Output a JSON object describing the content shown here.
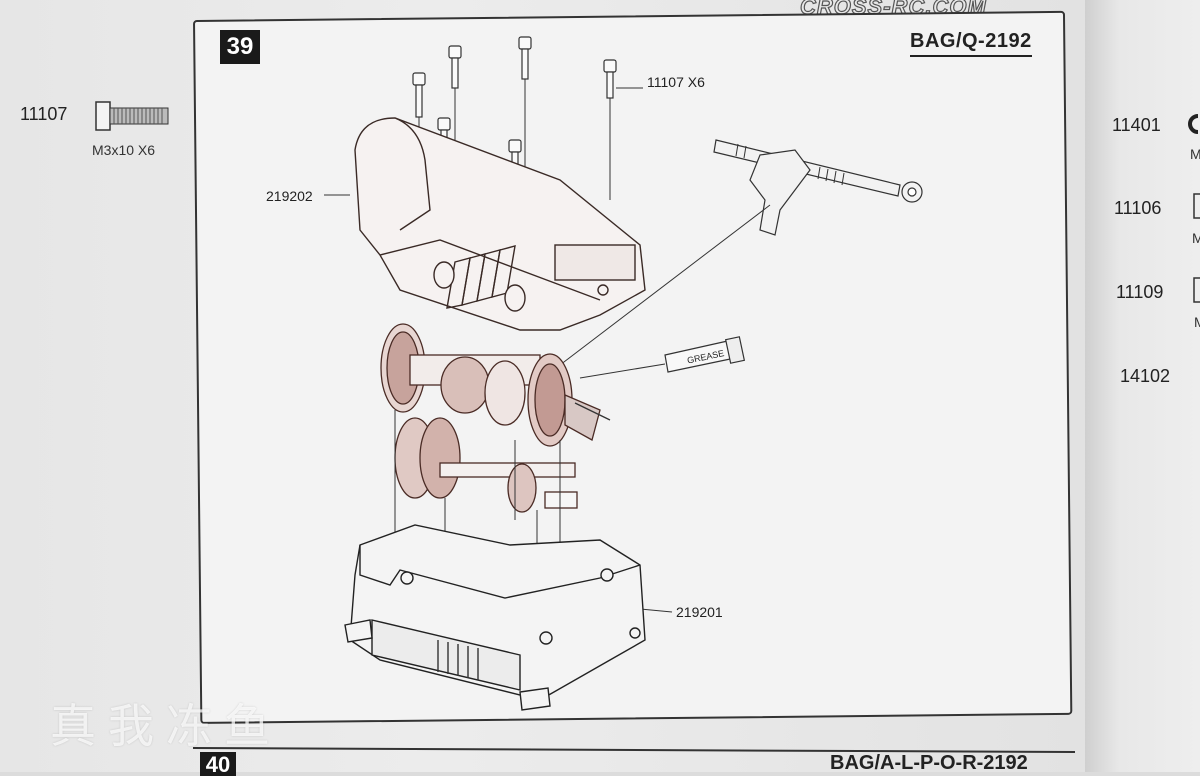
{
  "brand": "CROSS-RC.COM",
  "step": {
    "number": "39",
    "bag_code": "BAG/Q-2192",
    "labels": {
      "screw_callout": "11107 X6",
      "housing_top": "219202",
      "housing_bottom": "219201",
      "grease": "GREASE"
    }
  },
  "side_parts": {
    "left": {
      "code": "11107",
      "spec": "M3x10 X6"
    },
    "right": [
      {
        "code": "11401",
        "sub": "M"
      },
      {
        "code": "11106",
        "sub": "M"
      },
      {
        "code": "11109",
        "sub": "M"
      },
      {
        "code": "14102",
        "sub": ""
      }
    ]
  },
  "next_step": {
    "number": "40",
    "bag_code": "BAG/A-L-P-O-R-2192"
  },
  "watermark": "真我冻鱼"
}
